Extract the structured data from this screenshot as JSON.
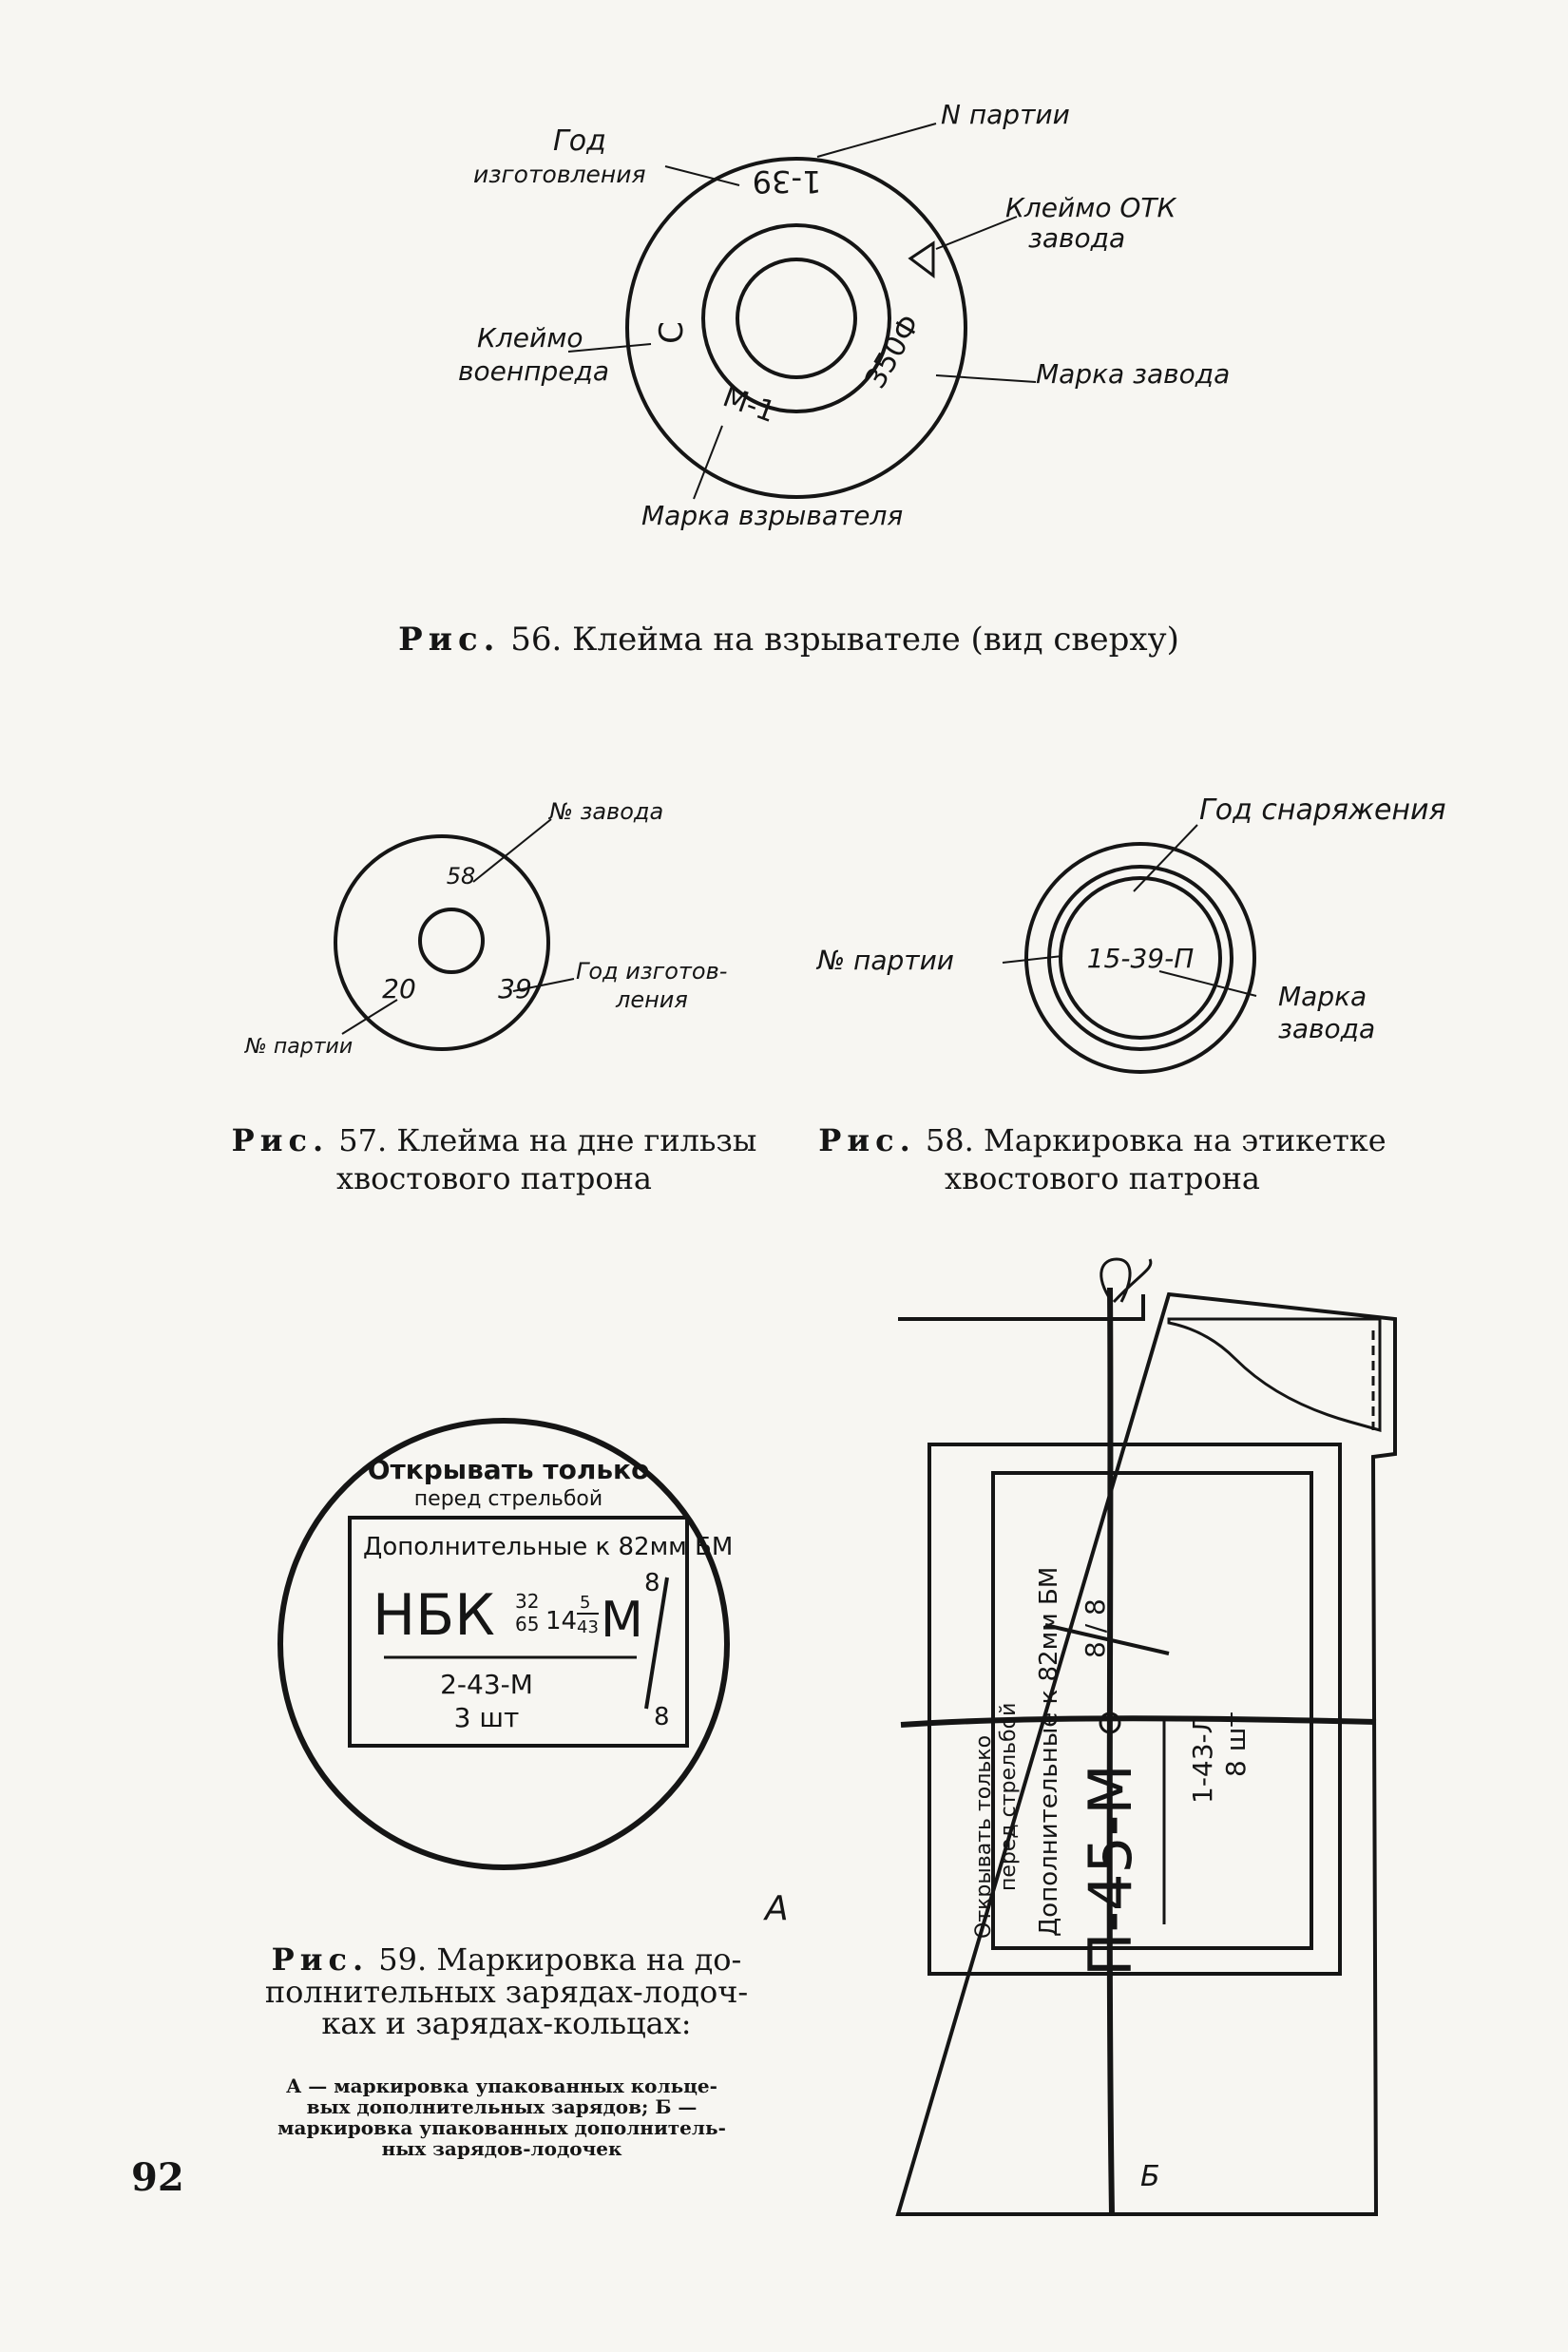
{
  "fig56": {
    "labels": {
      "year_line1": "Год",
      "year_line2": "изготовления",
      "lot": "N партии",
      "otk_line1": "Клеймо ОТК",
      "otk_line2": "завода",
      "rep_line1": "Клеймо",
      "rep_line2": "военпреда",
      "factory": "Марка завода",
      "fuze": "Марка взрывателя"
    },
    "stamps": {
      "top": "1-39",
      "right": "350Ф",
      "bottom": "M-1",
      "left": "С"
    },
    "caption_prefix": "Рис.",
    "caption_text": "56. Клейма на взрывателе (вид сверху)"
  },
  "fig57": {
    "labels": {
      "factory_no": "№ завода",
      "lot_no": "№ партии",
      "year_line1": "Год изготов-",
      "year_line2": "ления"
    },
    "numbers": {
      "top": "58",
      "left": "20",
      "right": "39"
    },
    "caption_prefix": "Рис.",
    "caption_line1": "57. Клейма на дне гильзы",
    "caption_line2": "хвостового патрона"
  },
  "fig58": {
    "labels": {
      "year": "Год снаряжения",
      "lot": "№ партии",
      "factory_line1": "Марка",
      "factory_line2": "завода"
    },
    "center": "15-39-П",
    "caption_prefix": "Рис.",
    "caption_line1": "58. Маркировка на этикетке",
    "caption_line2": "хвостового патрона"
  },
  "fig59a": {
    "top_line1": "Открывать только",
    "top_line2": "перед стрельбой",
    "label_line1": "Дополнительные к 82мм БМ",
    "big_code": "НБК",
    "frac1_top": "32",
    "frac1_bot": "65",
    "mid": "14",
    "frac2_top": "5",
    "frac2_bot": "43",
    "suffix": "М",
    "lot": "2-43-М",
    "count": "3 шт",
    "b_top": "8",
    "b_bot": "8",
    "letter": "А"
  },
  "fig59b": {
    "open_line1": "Открывать только",
    "open_line2": "перед стрельбой",
    "charges": "Дополнительные к 82мм БМ",
    "code": "П-45-М",
    "frac": "8 / 8",
    "lot": "1-43-Л",
    "count": "8 шт",
    "letter": "Б"
  },
  "fig59": {
    "caption_prefix": "Рис.",
    "caption_line1": "59. Маркировка на до-",
    "caption_line2": "полнительных зарядах-лодоч-",
    "caption_line3": "ках и зарядах-кольцах:",
    "legend_line1": "А — маркировка упакованных кольце-",
    "legend_line2": "вых дополнительных зарядов; Б —",
    "legend_line3": "маркировка упакованных дополнитель-",
    "legend_line4": "ных зарядов-лодочек"
  },
  "page_number": "92"
}
